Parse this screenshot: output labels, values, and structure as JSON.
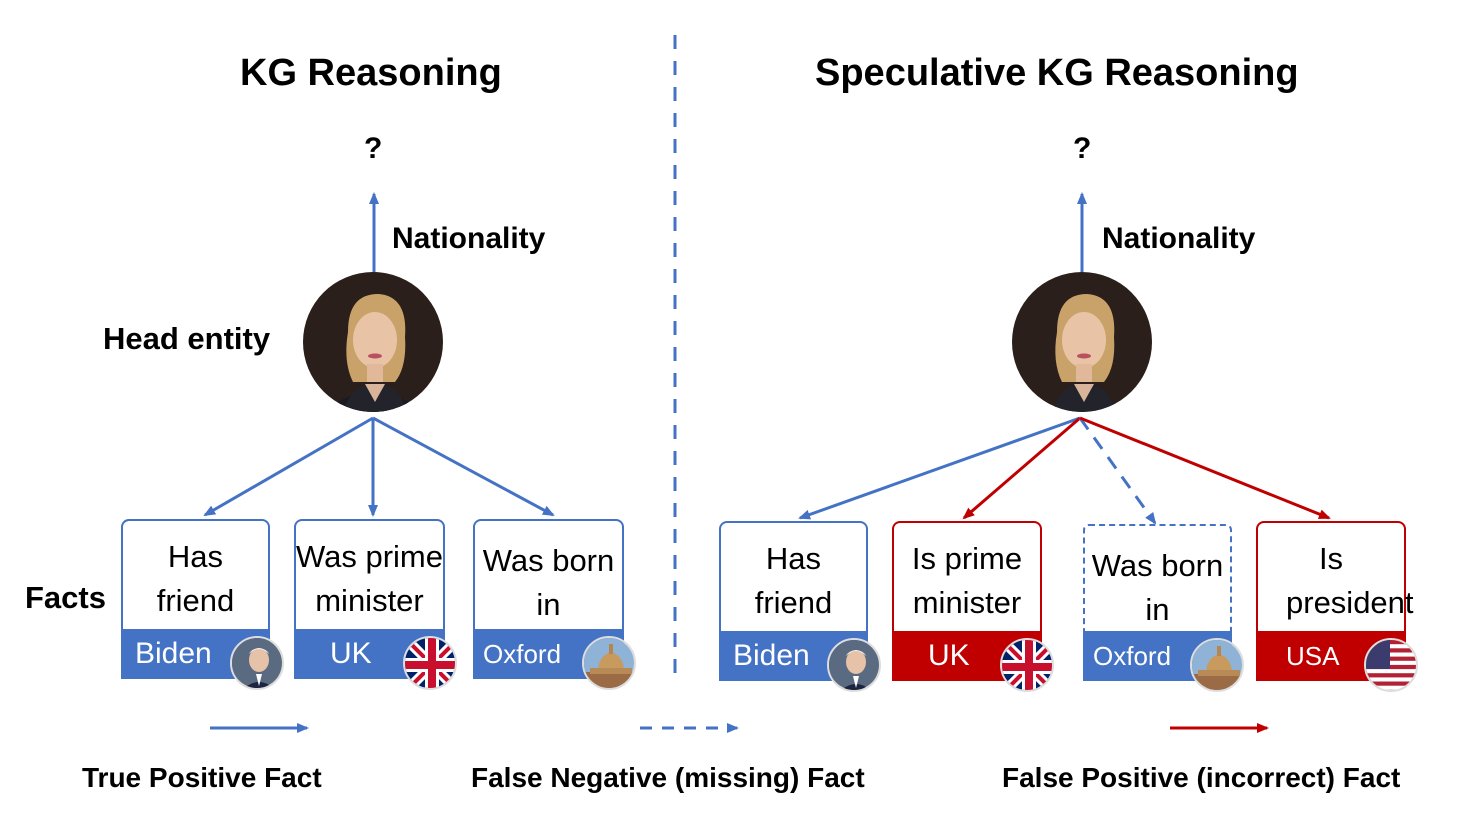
{
  "colors": {
    "blue": "#4472C4",
    "red": "#C00000"
  },
  "left": {
    "title": "KG Reasoning",
    "query": "?",
    "relation": "Nationality",
    "head_label": "Head entity",
    "facts_label": "Facts",
    "cards": [
      {
        "text": "Has friend",
        "entity": "Biden",
        "badge": "biden-photo-icon"
      },
      {
        "text": "Was prime minister",
        "entity": "UK",
        "badge": "uk-flag-icon"
      },
      {
        "text": "Was born in",
        "entity": "Oxford",
        "badge": "oxford-photo-icon"
      }
    ]
  },
  "right": {
    "title": "Speculative KG Reasoning",
    "query": "?",
    "relation": "Nationality",
    "cards": [
      {
        "text": "Has friend",
        "entity": "Biden",
        "badge": "biden-photo-icon"
      },
      {
        "text": "Is prime minister",
        "entity": "UK",
        "badge": "uk-flag-icon"
      },
      {
        "text": "Was born in",
        "entity": "Oxford",
        "badge": "oxford-photo-icon"
      },
      {
        "text": "Is president",
        "entity": "USA",
        "badge": "usa-flag-icon"
      }
    ]
  },
  "legend": {
    "true_positive": "True Positive Fact",
    "false_negative": "False Negative (missing) Fact",
    "false_positive": "False Positive (incorrect) Fact"
  }
}
